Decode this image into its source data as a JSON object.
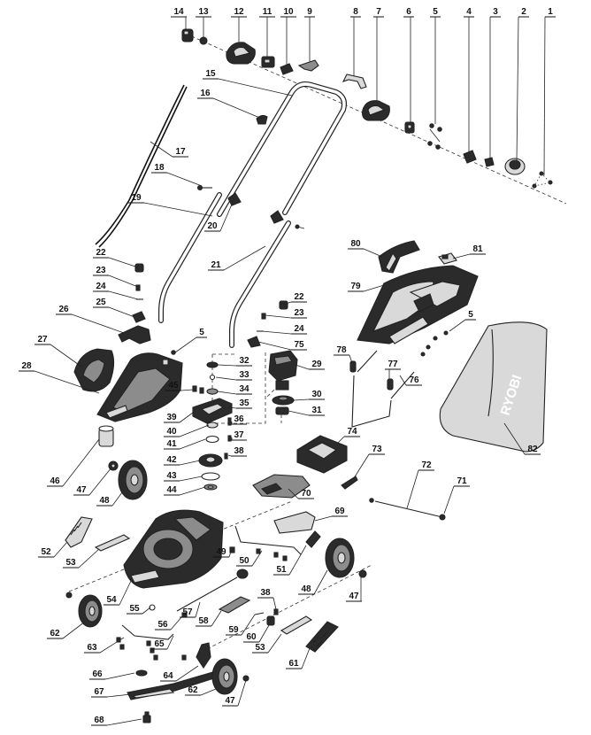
{
  "parts": [
    {
      "id": "1",
      "label": "1"
    },
    {
      "id": "2",
      "label": "2"
    },
    {
      "id": "3",
      "label": "3"
    },
    {
      "id": "4",
      "label": "4"
    },
    {
      "id": "5a",
      "label": "5"
    },
    {
      "id": "6",
      "label": "6"
    },
    {
      "id": "7",
      "label": "7"
    },
    {
      "id": "8",
      "label": "8"
    },
    {
      "id": "9",
      "label": "9"
    },
    {
      "id": "10",
      "label": "10"
    },
    {
      "id": "11",
      "label": "11"
    },
    {
      "id": "12",
      "label": "12"
    },
    {
      "id": "13",
      "label": "13"
    },
    {
      "id": "14",
      "label": "14"
    },
    {
      "id": "15",
      "label": "15"
    },
    {
      "id": "16",
      "label": "16"
    },
    {
      "id": "17",
      "label": "17"
    },
    {
      "id": "18",
      "label": "18"
    },
    {
      "id": "19",
      "label": "19"
    },
    {
      "id": "20",
      "label": "20"
    },
    {
      "id": "21",
      "label": "21"
    },
    {
      "id": "22a",
      "label": "22"
    },
    {
      "id": "23a",
      "label": "23"
    },
    {
      "id": "24a",
      "label": "24"
    },
    {
      "id": "25",
      "label": "25"
    },
    {
      "id": "26",
      "label": "26"
    },
    {
      "id": "27",
      "label": "27"
    },
    {
      "id": "28",
      "label": "28"
    },
    {
      "id": "5b",
      "label": "5"
    },
    {
      "id": "22b",
      "label": "22"
    },
    {
      "id": "23b",
      "label": "23"
    },
    {
      "id": "24b",
      "label": "24"
    },
    {
      "id": "75",
      "label": "75"
    },
    {
      "id": "32",
      "label": "32"
    },
    {
      "id": "33",
      "label": "33"
    },
    {
      "id": "34",
      "label": "34"
    },
    {
      "id": "35",
      "label": "35"
    },
    {
      "id": "45",
      "label": "45"
    },
    {
      "id": "29",
      "label": "29"
    },
    {
      "id": "30",
      "label": "30"
    },
    {
      "id": "31",
      "label": "31"
    },
    {
      "id": "36",
      "label": "36"
    },
    {
      "id": "37",
      "label": "37"
    },
    {
      "id": "38a",
      "label": "38"
    },
    {
      "id": "39",
      "label": "39"
    },
    {
      "id": "40",
      "label": "40"
    },
    {
      "id": "41",
      "label": "41"
    },
    {
      "id": "42",
      "label": "42"
    },
    {
      "id": "43",
      "label": "43"
    },
    {
      "id": "44",
      "label": "44"
    },
    {
      "id": "46",
      "label": "46"
    },
    {
      "id": "47a",
      "label": "47"
    },
    {
      "id": "48a",
      "label": "48"
    },
    {
      "id": "80",
      "label": "80"
    },
    {
      "id": "81",
      "label": "81"
    },
    {
      "id": "79",
      "label": "79"
    },
    {
      "id": "5c",
      "label": "5"
    },
    {
      "id": "78",
      "label": "78"
    },
    {
      "id": "77",
      "label": "77"
    },
    {
      "id": "76",
      "label": "76"
    },
    {
      "id": "82",
      "label": "82"
    },
    {
      "id": "74",
      "label": "74"
    },
    {
      "id": "73",
      "label": "73"
    },
    {
      "id": "72",
      "label": "72"
    },
    {
      "id": "71",
      "label": "71"
    },
    {
      "id": "70",
      "label": "70"
    },
    {
      "id": "69",
      "label": "69"
    },
    {
      "id": "52",
      "label": "52"
    },
    {
      "id": "53a",
      "label": "53"
    },
    {
      "id": "54",
      "label": "54"
    },
    {
      "id": "49",
      "label": "49"
    },
    {
      "id": "50",
      "label": "50"
    },
    {
      "id": "51",
      "label": "51"
    },
    {
      "id": "48b",
      "label": "48"
    },
    {
      "id": "47b",
      "label": "47"
    },
    {
      "id": "55",
      "label": "55"
    },
    {
      "id": "56",
      "label": "56"
    },
    {
      "id": "57",
      "label": "57"
    },
    {
      "id": "58",
      "label": "58"
    },
    {
      "id": "38b",
      "label": "38"
    },
    {
      "id": "59",
      "label": "59"
    },
    {
      "id": "60",
      "label": "60"
    },
    {
      "id": "53b",
      "label": "53"
    },
    {
      "id": "61",
      "label": "61"
    },
    {
      "id": "62a",
      "label": "62"
    },
    {
      "id": "63",
      "label": "63"
    },
    {
      "id": "65",
      "label": "65"
    },
    {
      "id": "66",
      "label": "66"
    },
    {
      "id": "64",
      "label": "64"
    },
    {
      "id": "67",
      "label": "67"
    },
    {
      "id": "62b",
      "label": "62"
    },
    {
      "id": "47c",
      "label": "47"
    },
    {
      "id": "68",
      "label": "68"
    }
  ],
  "grass_bag_brand": "RYOBI"
}
